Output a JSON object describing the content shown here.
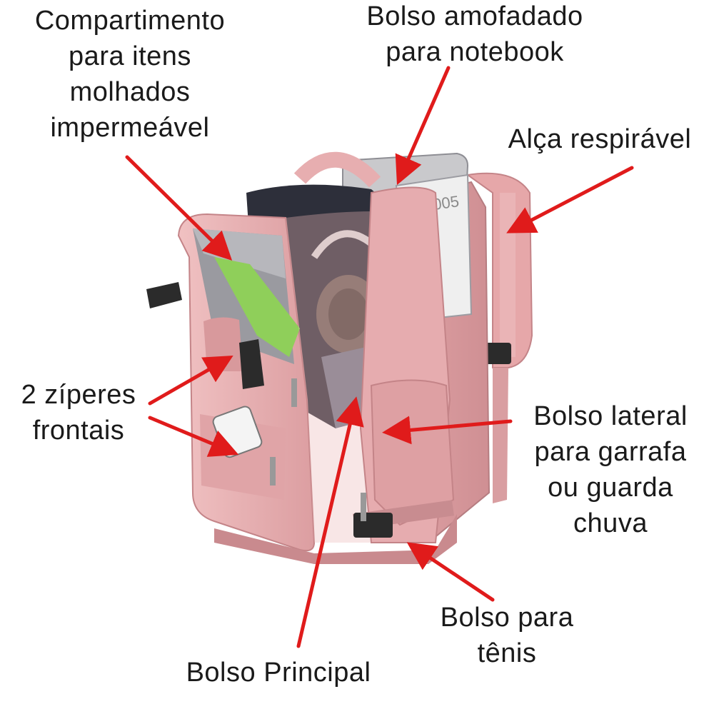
{
  "labels": {
    "wet_compartment": "Compartimento\npara itens\nmolhados\nimpermeável",
    "laptop_pocket": "Bolso amofadado\npara notebook",
    "breathable_strap": "Alça respirável",
    "front_zippers": "2 zíperes\nfrontais",
    "side_pocket": "Bolso  lateral\npara garrafa\nou guarda\nchuva",
    "shoe_pocket": "Bolso para\ntênis",
    "main_pocket": "Bolso Principal"
  },
  "colors": {
    "arrow": "#e01b1b",
    "bag_pink": "#e7aeb0",
    "bag_shadow": "#c98a8e",
    "bag_light": "#f3c9ca",
    "lining": "#2d2f3a",
    "laptop": "#c9c9cc",
    "towel": "#8fcf5a",
    "text": "#1a1a1a"
  },
  "laptop_sticker_text": "RS2005"
}
